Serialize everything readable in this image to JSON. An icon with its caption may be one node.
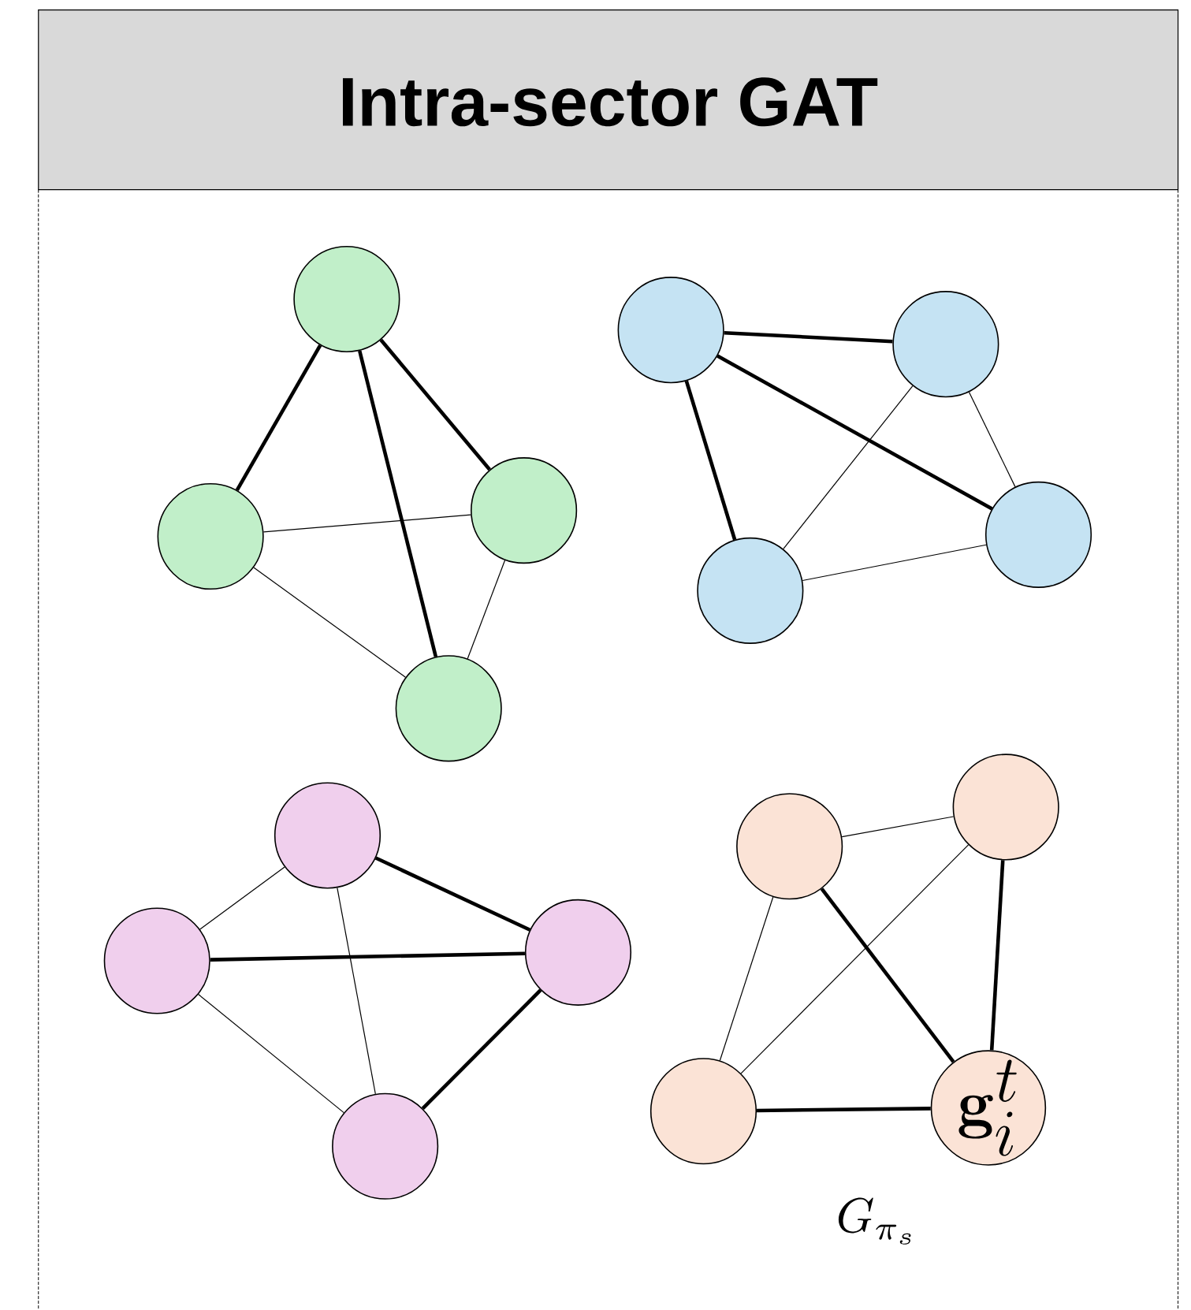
{
  "diagram": {
    "title": "Intra-sector GAT",
    "nodes": [
      {
        "text": [],
        "shape": "circle"
      },
      {
        "text": [],
        "shape": "circle"
      },
      {
        "text": [],
        "shape": "circle"
      },
      {
        "text": [],
        "shape": "circle"
      },
      {
        "text": [],
        "shape": "circle"
      },
      {
        "text": [],
        "shape": "circle"
      },
      {
        "text": [],
        "shape": "circle"
      },
      {
        "text": [],
        "shape": "circle"
      },
      {
        "text": [],
        "shape": "circle"
      },
      {
        "text": [],
        "shape": "circle"
      },
      {
        "text": [],
        "shape": "circle"
      },
      {
        "text": [],
        "shape": "circle"
      },
      {
        "text": [],
        "shape": "circle"
      },
      {
        "text": [],
        "shape": "circle"
      },
      {
        "text": [],
        "shape": "circle"
      },
      {
        "text": [
          "\\mathbf{g}_i^t"
        ]
      }
    ],
    "edges": [
      {
        "from": 0,
        "to": 1,
        "arrow": "none",
        "style": "thick"
      },
      {
        "from": 0,
        "to": 3,
        "arrow": "none",
        "style": "thick"
      },
      {
        "from": 0,
        "to": 2,
        "arrow": "none",
        "style": "thick"
      },
      {
        "from": 1,
        "to": 2,
        "arrow": "none"
      },
      {
        "from": 1,
        "to": 3,
        "arrow": "none"
      },
      {
        "from": 2,
        "to": 3,
        "arrow": "none"
      },
      {
        "from": 4,
        "to": 5,
        "arrow": "none",
        "style": "thick"
      },
      {
        "from": 4,
        "to": 6,
        "arrow": "none",
        "style": "thick"
      },
      {
        "from": 4,
        "to": 7,
        "arrow": "none",
        "style": "thick"
      },
      {
        "from": 5,
        "to": 7,
        "arrow": "none"
      },
      {
        "from": 5,
        "to": 6,
        "arrow": "none"
      },
      {
        "from": 7,
        "to": 6,
        "arrow": "none"
      },
      {
        "from": 8,
        "to": 9,
        "arrow": "none"
      },
      {
        "from": 8,
        "to": 10,
        "arrow": "none",
        "style": "thick"
      },
      {
        "from": 8,
        "to": 11,
        "arrow": "none"
      },
      {
        "from": 9,
        "to": 10,
        "arrow": "none",
        "style": "thick"
      },
      {
        "from": 9,
        "to": 11,
        "arrow": "none"
      },
      {
        "from": 10,
        "to": 11,
        "arrow": "none",
        "style": "thick"
      },
      {
        "from": 12,
        "to": 13,
        "arrow": "none"
      },
      {
        "from": 12,
        "to": 14,
        "arrow": "none"
      },
      {
        "from": 12,
        "to": 15,
        "arrow": "none",
        "style": "thick"
      },
      {
        "from": 13,
        "to": 14,
        "arrow": "none"
      },
      {
        "from": 13,
        "to": 15,
        "arrow": "none",
        "style": "thick"
      },
      {
        "from": 14,
        "to": 15,
        "arrow": "none",
        "style": "thick"
      }
    ],
    "labels": [
      "G_{\\pi_s}"
    ]
  }
}
